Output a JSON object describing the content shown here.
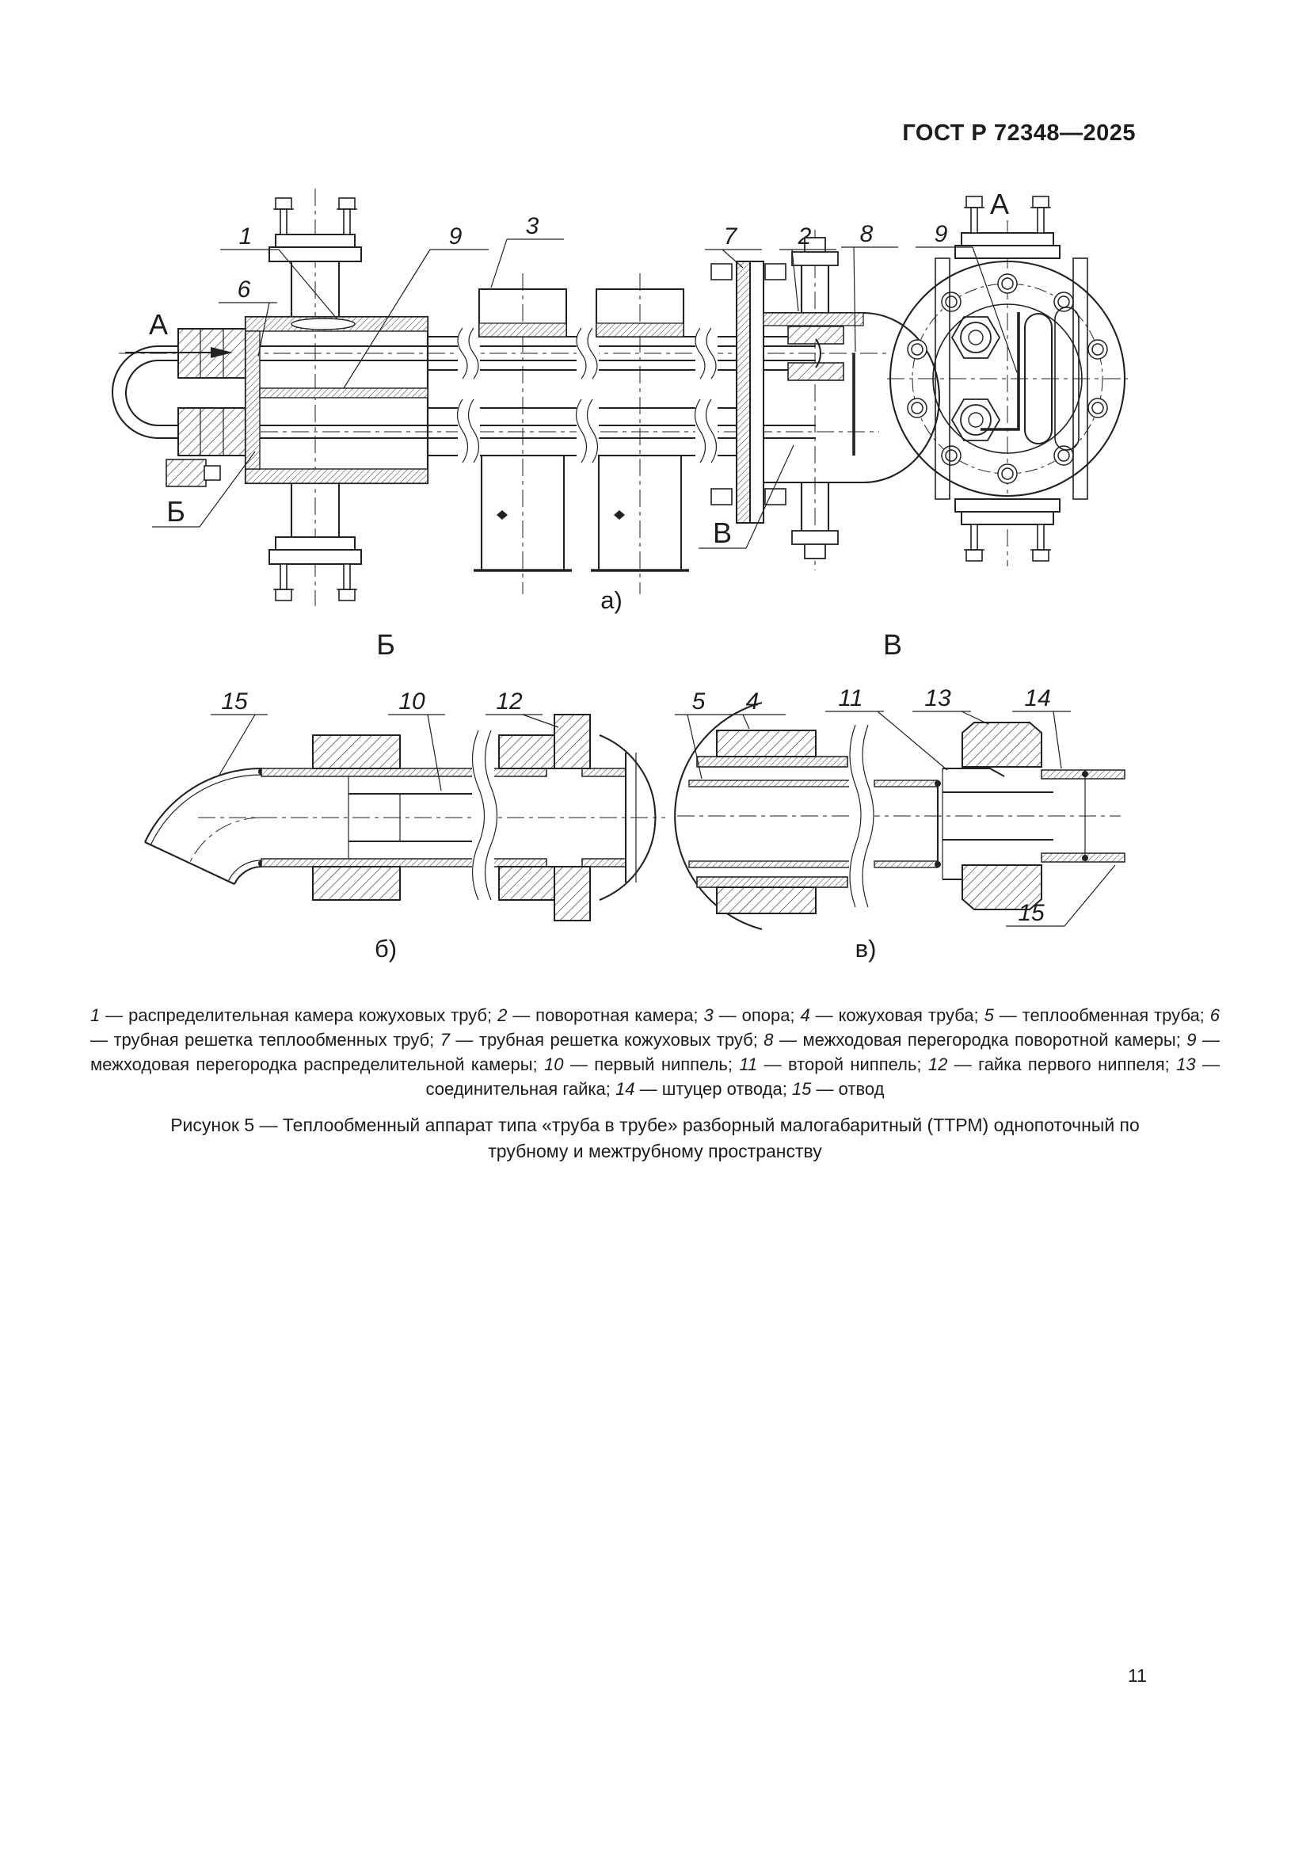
{
  "header": {
    "standard": "ГОСТ Р 72348—2025"
  },
  "drawing": {
    "view_labels": {
      "a": "а)",
      "b": "б)",
      "v": "в)"
    },
    "section_markers": {
      "A": "А",
      "B": "Б",
      "V": "В"
    },
    "callouts": {
      "n1": "1",
      "n2": "2",
      "n3": "3",
      "n4": "4",
      "n5": "5",
      "n6": "6",
      "n7": "7",
      "n8": "8",
      "n9": "9",
      "n10": "10",
      "n11": "11",
      "n12": "12",
      "n13": "13",
      "n14": "14",
      "n15": "15"
    }
  },
  "legend": {
    "separator": " — ",
    "items": [
      {
        "n": "1",
        "t": "распределительная камера кожуховых труб; "
      },
      {
        "n": "2",
        "t": "поворотная камера; "
      },
      {
        "n": "3",
        "t": "опора; "
      },
      {
        "n": "4",
        "t": "кожуховая труба; "
      },
      {
        "n": "5",
        "t": "теплообменная труба; "
      },
      {
        "n": "6",
        "t": "трубная решетка теплообменных труб; "
      },
      {
        "n": "7",
        "t": "трубная решетка кожуховых труб; "
      },
      {
        "n": "8",
        "t": "межходовая перегородка поворотной камеры; "
      },
      {
        "n": "9",
        "t": "межходовая перегородка распределительной камеры; "
      },
      {
        "n": "10",
        "t": "первый ниппель; "
      },
      {
        "n": "11",
        "t": "второй ниппель; "
      },
      {
        "n": "12",
        "t": "гайка первого ниппеля; "
      },
      {
        "n": "13",
        "t": "соединительная гайка; "
      },
      {
        "n": "14",
        "t": "штуцер отвода; "
      },
      {
        "n": "15",
        "t": "отвод"
      }
    ]
  },
  "caption": "Рисунок 5 — Теплообменный аппарат типа «труба в трубе» разборный малогабаритный (ТТРМ) однопоточный по трубному и межтрубному пространству",
  "page": {
    "number": "11"
  }
}
